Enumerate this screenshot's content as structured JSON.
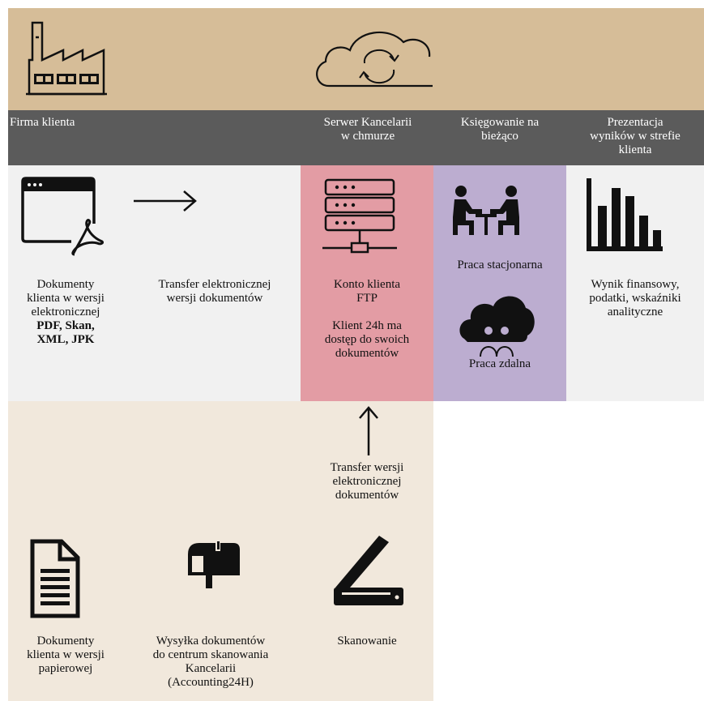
{
  "headers": {
    "firma": "Firma klienta",
    "serwer_l1": "Serwer Kancelarii",
    "serwer_l2": "w chmurze",
    "ksieg_l1": "Księgowanie na",
    "ksieg_l2": "bieżąco",
    "prez_l1": "Prezentacja",
    "prez_l2": "wyników w strefie",
    "prez_l3": "klienta"
  },
  "electronic": {
    "l1": "Dokumenty",
    "l2": "klienta w wersji",
    "l3": "elektronicznej",
    "l4": "PDF, Skan,",
    "l5": "XML, JPK"
  },
  "transfer": {
    "l1": "Transfer elektronicznej",
    "l2": "wersji dokumentów"
  },
  "ftp": {
    "l1": "Konto klienta",
    "l2": "FTP",
    "l3": "Klient 24h ma",
    "l4": "dostęp do swoich",
    "l5": "dokumentów"
  },
  "work": {
    "stationary": "Praca stacjonarna",
    "remote": "Praca zdalna"
  },
  "result": {
    "l1": "Wynik finansowy,",
    "l2": "podatki, wskaźniki",
    "l3": "analityczne"
  },
  "transfer_up": {
    "l1": "Transfer wersji",
    "l2": "elektronicznej",
    "l3": "dokumentów"
  },
  "paper": {
    "l1": "Dokumenty",
    "l2": "klienta w wersji",
    "l3": "papierowej"
  },
  "shipping": {
    "l1": "Wysyłka dokumentów",
    "l2": "do centrum skanowania",
    "l3": "Kancelarii",
    "l4": "(Accounting24H)"
  },
  "scan": {
    "label": "Skanowanie"
  },
  "icons": [
    "factory-icon",
    "cloud-sync-icon",
    "pdf-window-icon",
    "right-arrow-icon",
    "server-icon",
    "meeting-icon",
    "cloud-people-icon",
    "bar-chart-icon",
    "up-arrow-icon",
    "document-icon",
    "mailbox-icon",
    "scanner-icon"
  ]
}
